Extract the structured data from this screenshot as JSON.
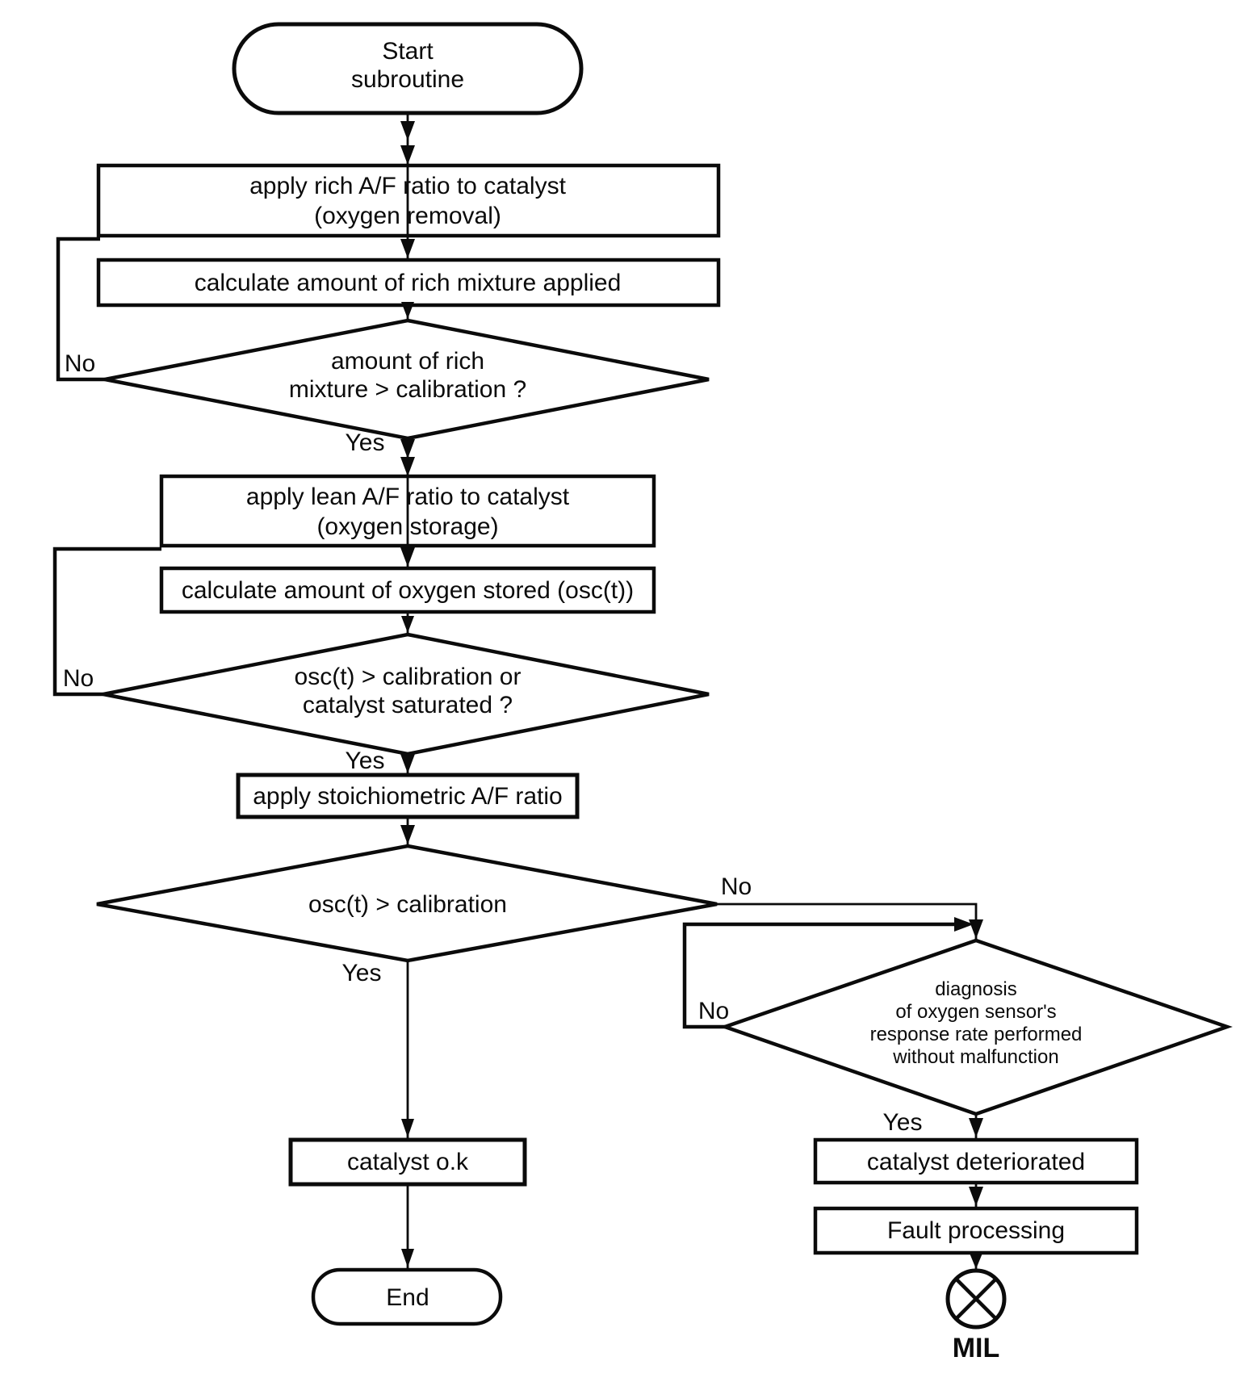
{
  "diagram": {
    "type": "flowchart",
    "title_hint": "catalyst diagnosis subroutine",
    "colors": {
      "ink": "#0b0b0b",
      "background": "#ffffff"
    },
    "nodes": {
      "start": {
        "shape": "terminator",
        "lines": [
          "Start",
          "subroutine"
        ]
      },
      "apply_rich": {
        "shape": "process",
        "lines": [
          "apply rich A/F ratio to catalyst",
          "(oxygen removal)"
        ]
      },
      "calc_rich": {
        "shape": "process",
        "lines": [
          "calculate amount of rich mixture applied"
        ]
      },
      "dec_rich": {
        "shape": "decision",
        "lines": [
          "amount of rich",
          "mixture > calibration ?"
        ]
      },
      "apply_lean": {
        "shape": "process",
        "lines": [
          "apply lean A/F ratio to catalyst",
          "(oxygen storage)"
        ]
      },
      "calc_osc": {
        "shape": "process",
        "lines": [
          "calculate amount of oxygen stored (osc(t))"
        ]
      },
      "dec_osc": {
        "shape": "decision",
        "lines": [
          "osc(t) > calibration or",
          "catalyst saturated ?"
        ]
      },
      "apply_stoich": {
        "shape": "process",
        "lines": [
          "apply stoichiometric A/F ratio"
        ]
      },
      "dec_osc2": {
        "shape": "decision",
        "lines": [
          "osc(t) > calibration"
        ]
      },
      "dec_diag": {
        "shape": "decision",
        "lines": [
          "diagnosis",
          "of oxygen sensor's",
          "response rate performed",
          "without malfunction"
        ]
      },
      "catalyst_ok": {
        "shape": "process",
        "lines": [
          "catalyst o.k"
        ]
      },
      "end": {
        "shape": "terminator",
        "lines": [
          "End"
        ]
      },
      "catalyst_det": {
        "shape": "process",
        "lines": [
          "catalyst deteriorated"
        ]
      },
      "fault_proc": {
        "shape": "process",
        "lines": [
          "Fault processing"
        ]
      },
      "mil": {
        "shape": "indicator-lamp",
        "label": "MIL"
      }
    },
    "edge_labels": {
      "dec_rich_no": "No",
      "dec_rich_yes": "Yes",
      "dec_osc_no": "No",
      "dec_osc_yes": "Yes",
      "dec_osc2_no": "No",
      "dec_osc2_yes": "Yes",
      "dec_diag_no": "No",
      "dec_diag_yes": "Yes"
    },
    "edges": [
      {
        "from": "start",
        "to": "apply_rich"
      },
      {
        "from": "apply_rich",
        "to": "calc_rich"
      },
      {
        "from": "calc_rich",
        "to": "dec_rich"
      },
      {
        "from": "dec_rich",
        "to": "apply_rich",
        "label": "No"
      },
      {
        "from": "dec_rich",
        "to": "apply_lean",
        "label": "Yes"
      },
      {
        "from": "apply_lean",
        "to": "calc_osc"
      },
      {
        "from": "calc_osc",
        "to": "dec_osc"
      },
      {
        "from": "dec_osc",
        "to": "apply_lean",
        "label": "No"
      },
      {
        "from": "dec_osc",
        "to": "apply_stoich",
        "label": "Yes"
      },
      {
        "from": "apply_stoich",
        "to": "dec_osc2"
      },
      {
        "from": "dec_osc2",
        "to": "catalyst_ok",
        "label": "Yes"
      },
      {
        "from": "dec_osc2",
        "to": "dec_diag",
        "label": "No"
      },
      {
        "from": "dec_diag",
        "to": "dec_diag",
        "label": "No"
      },
      {
        "from": "dec_diag",
        "to": "catalyst_det",
        "label": "Yes"
      },
      {
        "from": "catalyst_ok",
        "to": "end"
      },
      {
        "from": "catalyst_det",
        "to": "fault_proc"
      },
      {
        "from": "fault_proc",
        "to": "mil"
      }
    ]
  }
}
